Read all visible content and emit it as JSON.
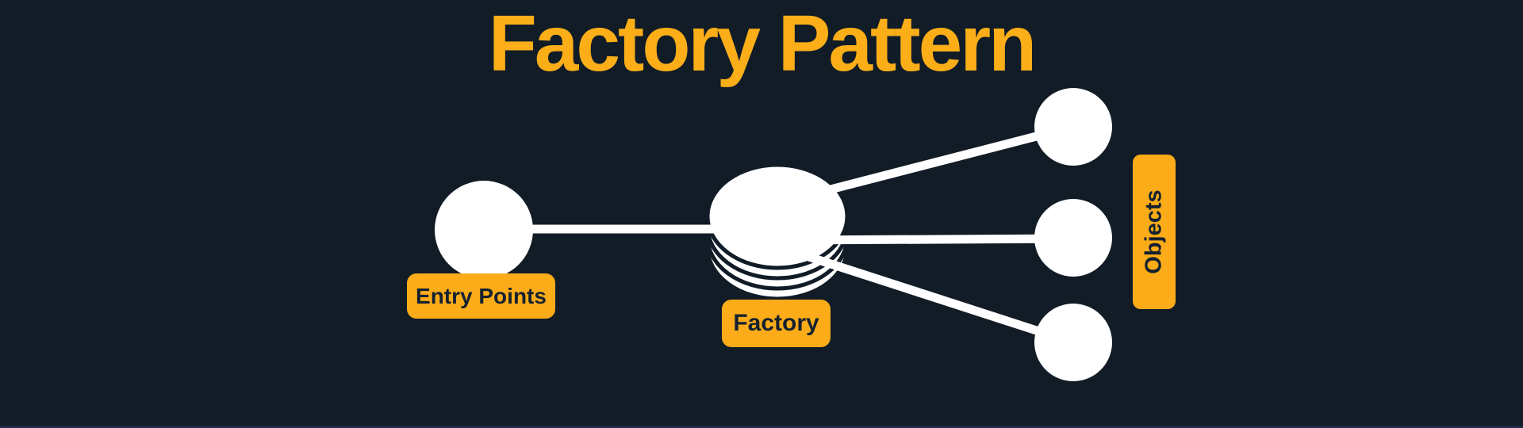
{
  "title": "Factory Pattern",
  "colors": {
    "background": "#111c27",
    "accent": "#fbac18",
    "node": "#ffffff",
    "label_text": "#162130",
    "title_text": "#fbae18",
    "footer_line": "#1d2f44"
  },
  "diagram": {
    "labels": {
      "entry_points": "Entry Points",
      "factory": "Factory",
      "objects": "Objects"
    },
    "structure": {
      "entry_node_count": 1,
      "object_node_count": 3,
      "factory_stack_layers": 4
    }
  }
}
